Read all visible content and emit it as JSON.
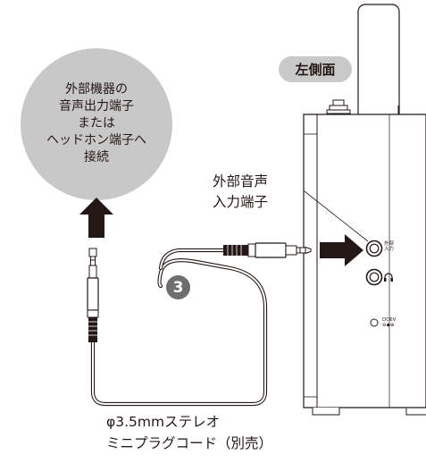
{
  "target_bubble": {
    "lines": [
      "外部機器の",
      "音声出力端子",
      "または",
      "ヘッドホン端子へ",
      "接続"
    ]
  },
  "side_badge": {
    "label": "左側面"
  },
  "jack_callout": {
    "lines": [
      "外部音声",
      "入力端子"
    ]
  },
  "panel_labels": {
    "ext_input": [
      "外部",
      "入力"
    ],
    "dc_in": [
      "DC6V",
      "⊖◆⊕"
    ]
  },
  "step_badge": {
    "number": "3"
  },
  "cable_caption": {
    "lines": [
      "φ3.5mmステレオ",
      "ミニプラグコード（別売）"
    ]
  },
  "colors": {
    "bubble": "#c8c8c8",
    "badge": "#c9c9c9",
    "step": "#6e6e6e",
    "ink": "#231815"
  }
}
